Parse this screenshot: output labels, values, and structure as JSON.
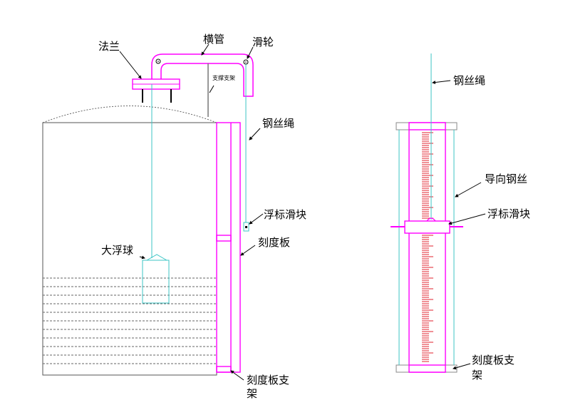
{
  "labels": {
    "flange": "法兰",
    "cross_pipe": "横管",
    "pulley": "滑轮",
    "support_frame": "支撑支架",
    "wire_rope_left": "钢丝绳",
    "float_slider_left": "浮标滑块",
    "big_float": "大浮球",
    "scale_board": "刻度板",
    "scale_bracket_left_line1": "刻度板支",
    "scale_bracket_left_line2": "架",
    "wire_rope_right": "钢丝绳",
    "guide_wire": "导向钢丝",
    "float_slider_right": "浮标滑块",
    "scale_bracket_right_line1": "刻度板支",
    "scale_bracket_right_line2": "架"
  },
  "colors": {
    "magenta": "#ff00ff",
    "scale_red": "#e0202c",
    "cyan": "#3cc6c6",
    "outline": "#555555",
    "ink": "#000000"
  }
}
